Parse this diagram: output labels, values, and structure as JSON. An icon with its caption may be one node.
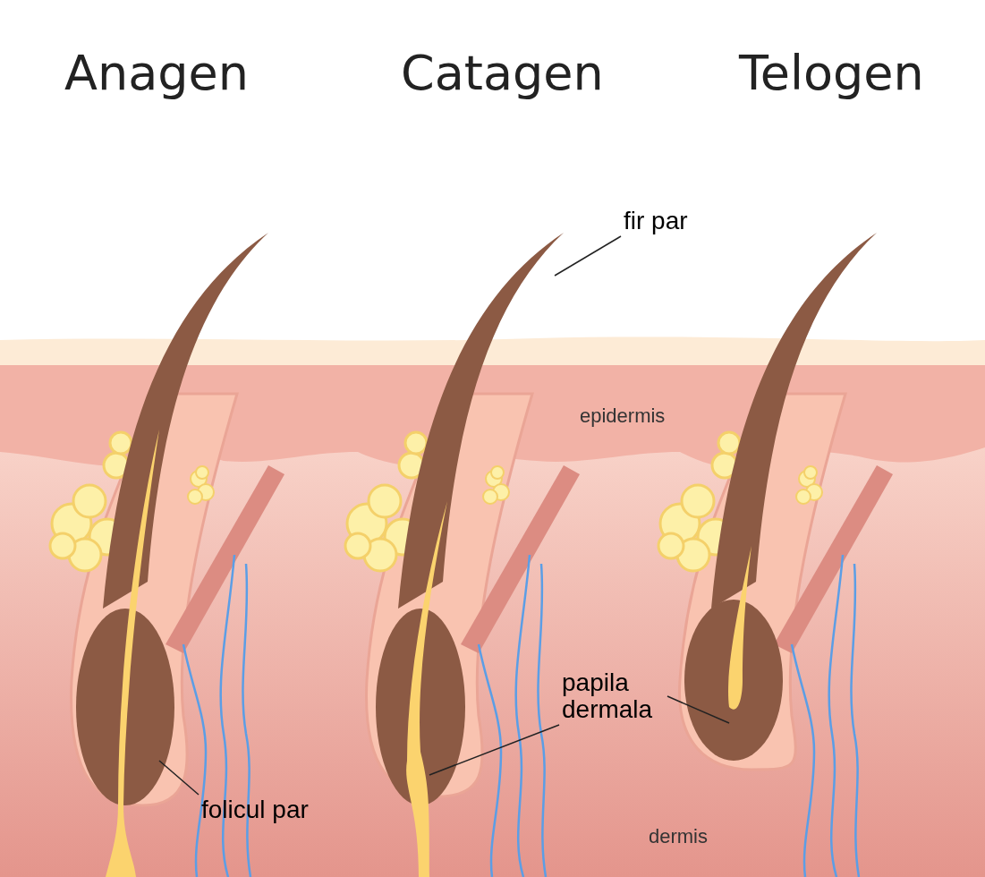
{
  "diagram": {
    "nodes": [
      {
        "text": [
          "fir par"
        ]
      },
      {
        "text": [
          "papila dermala"
        ]
      },
      {
        "text": [
          "folicul par"
        ]
      }
    ],
    "edges": [
      {
        "from": 0,
        "to": null,
        "arrow": "none"
      },
      {
        "from": 1,
        "to": null,
        "arrow": "none"
      },
      {
        "from": 1,
        "to": null,
        "arrow": "none"
      },
      {
        "from": 2,
        "to": null,
        "arrow": "none"
      }
    ],
    "labels": [
      "Anagen",
      "Catagen",
      "Telogen",
      "epidermis",
      "dermis"
    ]
  }
}
